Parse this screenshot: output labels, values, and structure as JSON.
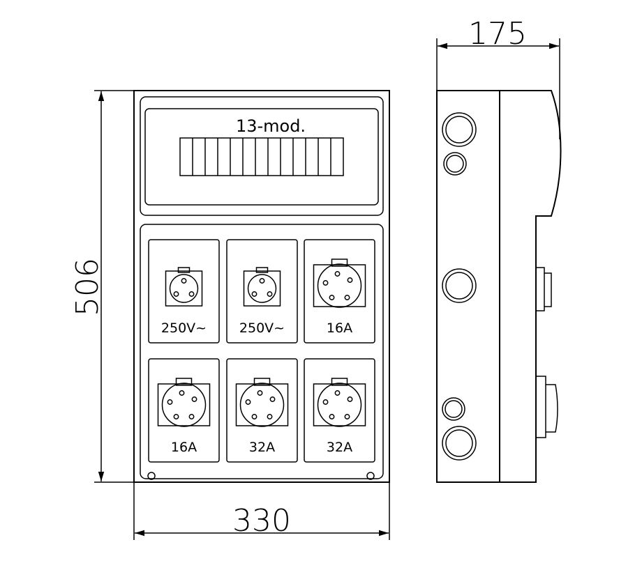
{
  "dimensions": {
    "width": "330",
    "height": "506",
    "depth": "175"
  },
  "module_panel": {
    "label": "13-mod.",
    "slot_count": 13
  },
  "sockets": [
    {
      "label": "250V~",
      "type": "schuko"
    },
    {
      "label": "250V~",
      "type": "schuko"
    },
    {
      "label": "16A",
      "type": "cee-5pin"
    },
    {
      "label": "16A",
      "type": "cee-5pin"
    },
    {
      "label": "32A",
      "type": "cee-5pin"
    },
    {
      "label": "32A",
      "type": "cee-5pin"
    }
  ]
}
